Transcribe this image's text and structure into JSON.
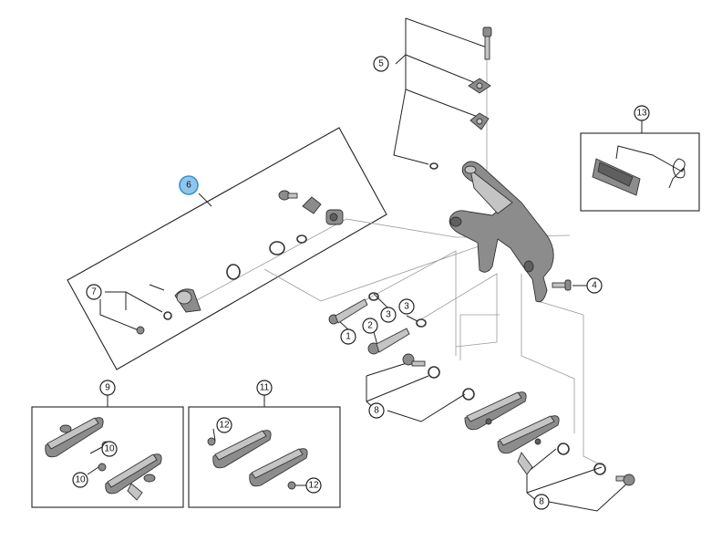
{
  "diagram": {
    "type": "exploded-parts-diagram",
    "colors": {
      "highlight_fill": "#8ec6ec",
      "highlight_stroke": "#3e8ed0",
      "part_fill": "#8c8c8c",
      "line": "#222222"
    },
    "callouts": [
      {
        "id": "c1",
        "label": "1"
      },
      {
        "id": "c2",
        "label": "2"
      },
      {
        "id": "c3a",
        "label": "3"
      },
      {
        "id": "c3b",
        "label": "3"
      },
      {
        "id": "c4",
        "label": "4"
      },
      {
        "id": "c5",
        "label": "5"
      },
      {
        "id": "c6",
        "label": "6",
        "highlighted": true
      },
      {
        "id": "c7",
        "label": "7"
      },
      {
        "id": "c8a",
        "label": "8"
      },
      {
        "id": "c8b",
        "label": "8"
      },
      {
        "id": "c9",
        "label": "9"
      },
      {
        "id": "c10a",
        "label": "10"
      },
      {
        "id": "c10b",
        "label": "10"
      },
      {
        "id": "c11",
        "label": "11"
      },
      {
        "id": "c12a",
        "label": "12"
      },
      {
        "id": "c12b",
        "label": "12"
      },
      {
        "id": "c13",
        "label": "13"
      }
    ],
    "icons": [
      "caliper-arm-icon",
      "brake-shoe-icon",
      "spring-icon",
      "bolt-icon",
      "washer-icon",
      "nut-icon"
    ]
  }
}
